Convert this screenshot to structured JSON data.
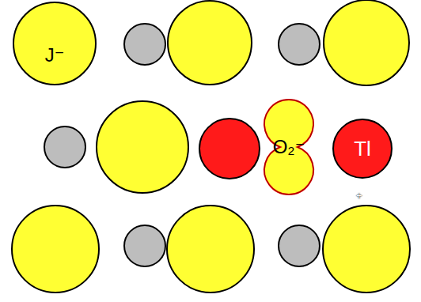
{
  "diagram": {
    "nodes": [
      {
        "text": [
          "J⁻"
        ]
      },
      {
        "text": [
          "O₂⁻"
        ]
      },
      {
        "text": [
          "Tl"
        ]
      }
    ],
    "labels": [
      "+"
    ]
  }
}
